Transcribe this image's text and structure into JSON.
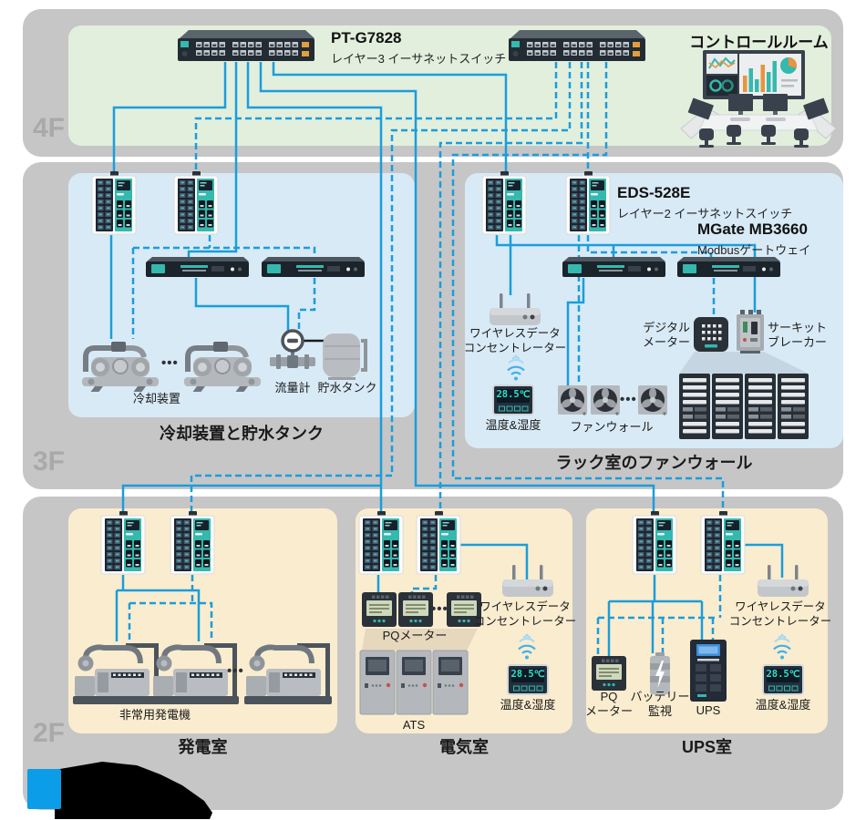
{
  "colors": {
    "line_blue": "#1b9ddb",
    "band_gray": "#c6c6c6",
    "floor4_panel_green": "#e2efdd",
    "floor3_panel_blue": "#d8eaf6",
    "floor2_panel_cream": "#faeccf",
    "accent_teal": "#35b8ae",
    "legend_blue": "#0b9de8"
  },
  "ellipsis": "•••",
  "sensors": {
    "temperature": "28.5℃"
  },
  "floors": {
    "f4": {
      "label": "4F",
      "core_switch": {
        "name": "PT-G7828",
        "desc": "レイヤー3 イーサネットスイッチ"
      },
      "control_room": {
        "label": "コントロールルーム"
      }
    },
    "f3": {
      "label": "3F",
      "cooling_room": {
        "caption": "冷却装置と貯水タンク",
        "cooling_unit": "冷却装置",
        "flow_meter": "流量計",
        "water_tank": "貯水タンク"
      },
      "rack_room": {
        "caption": "ラック室のファンウォール",
        "l2_switch": {
          "name": "EDS-528E",
          "desc": "レイヤー2 イーサネットスイッチ"
        },
        "gateway": {
          "name": "MGate MB3660",
          "desc": "Modbusゲートウェイ"
        },
        "wireless": "ワイヤレスデータ\nコンセントレーター",
        "temp": "温度&湿度",
        "digital_meter": "デジタル\nメーター",
        "circuit_breaker": "サーキット\nブレーカー",
        "fan_wall": "ファンウォール"
      }
    },
    "f2": {
      "label": "2F",
      "generator_room": {
        "caption": "発電室",
        "generator": "非常用発電機"
      },
      "electrical_room": {
        "caption": "電気室",
        "pq_meter": "PQメーター",
        "ats": "ATS",
        "wireless": "ワイヤレスデータ\nコンセントレーター",
        "temp": "温度&湿度"
      },
      "ups_room": {
        "caption": "UPS室",
        "pq_meter": "PQ\nメーター",
        "battery": "バッテリー\n監視",
        "ups": "UPS",
        "wireless": "ワイヤレスデータ\nコンセントレーター",
        "temp": "温度&湿度"
      }
    }
  }
}
